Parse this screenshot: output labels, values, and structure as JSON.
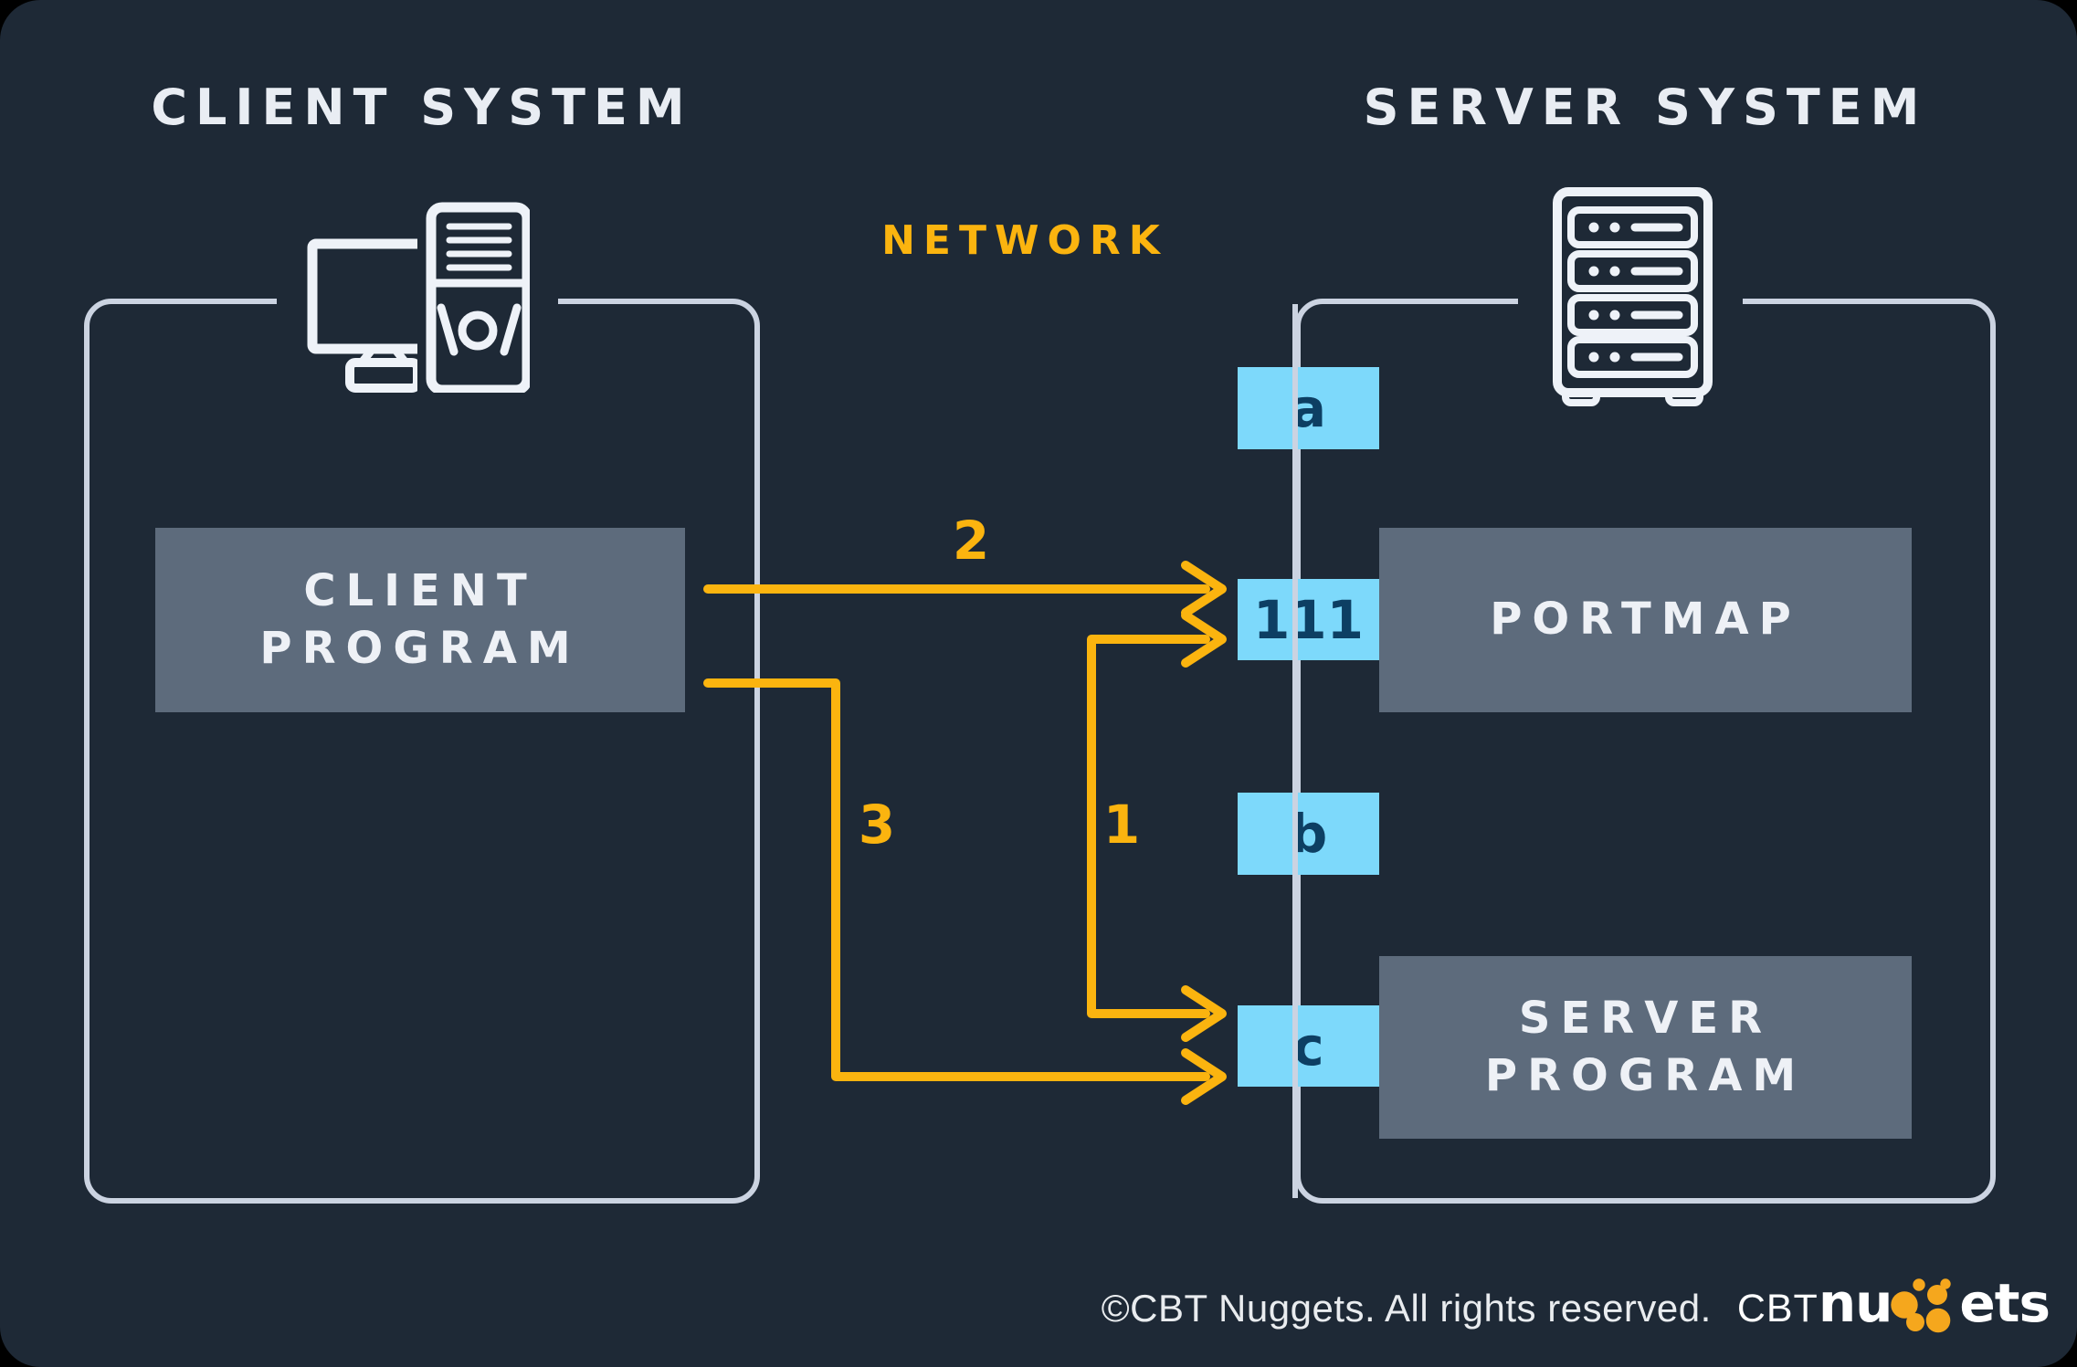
{
  "header": {
    "client_title": "CLIENT SYSTEM",
    "server_title": "SERVER SYSTEM",
    "network_label": "NETWORK"
  },
  "icons": {
    "client": "desktop-computer-icon",
    "server": "server-rack-icon"
  },
  "boxes": {
    "client_program": {
      "line1": "CLIENT",
      "line2": "PROGRAM"
    },
    "portmap": "PORTMAP",
    "server_program": {
      "line1": "SERVER",
      "line2": "PROGRAM"
    }
  },
  "ports": {
    "a": "a",
    "port_111": "111",
    "b": "b",
    "c": "c"
  },
  "arrow_labels": {
    "step_1": "1",
    "step_2": "2",
    "step_3": "3"
  },
  "footer": {
    "copyright": "©CBT Nuggets. All rights reserved.",
    "logo_cbt": "CBT",
    "logo_nu": "nu",
    "logo_ets": "ets"
  },
  "colors": {
    "background": "#1e2936",
    "outline": "#cbd3e1",
    "box_gray": "#5d6b7c",
    "box_text": "#eef1f6",
    "port_blue": "#7dd9fb",
    "port_text": "#0d3f63",
    "accent_amber": "#fbb40f",
    "title_text": "#e9edf3",
    "logo_orange": "#f5a71d"
  }
}
